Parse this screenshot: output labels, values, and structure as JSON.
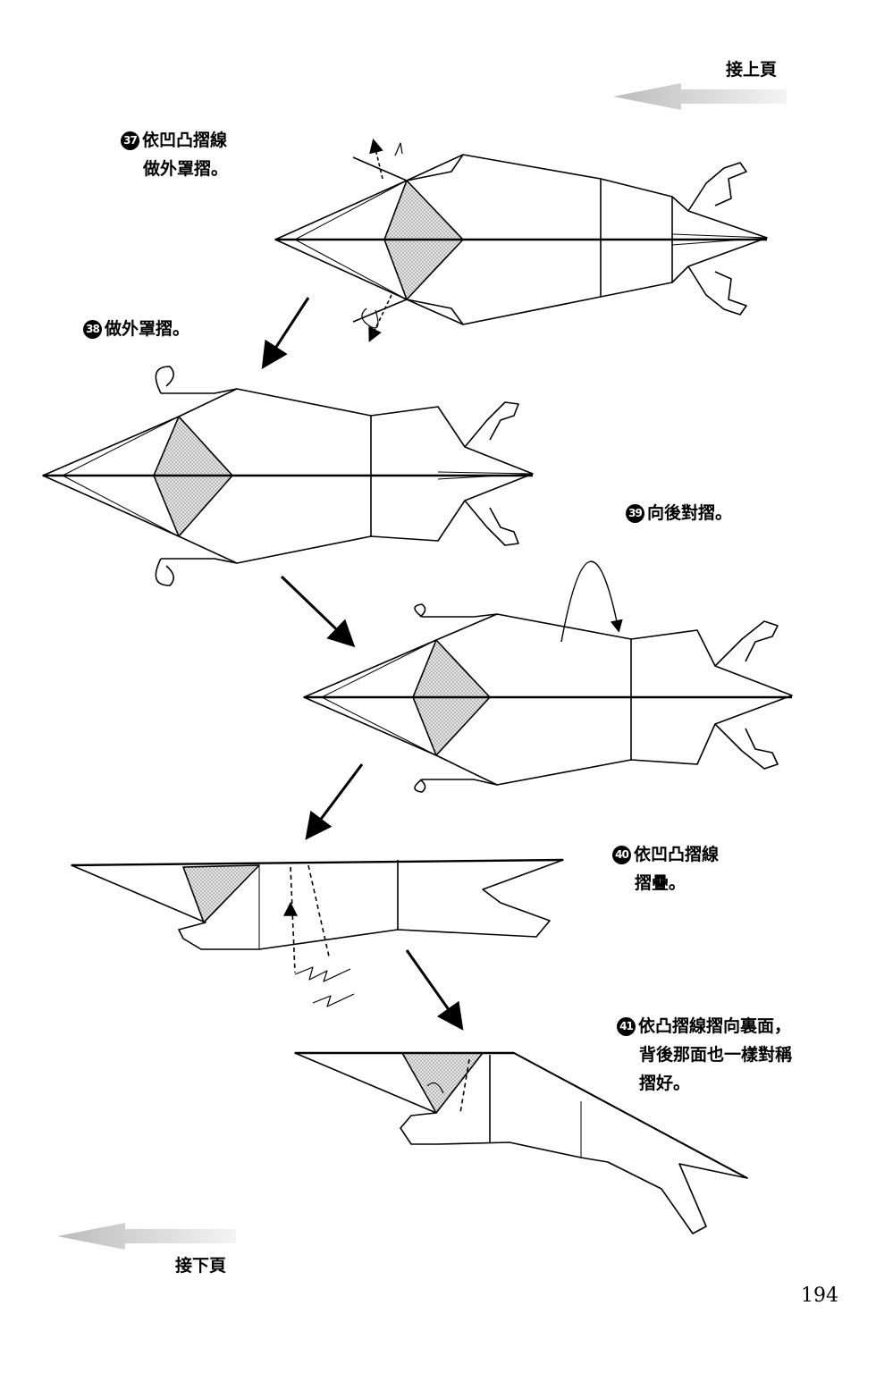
{
  "nav": {
    "prev_label": "接上頁",
    "next_label": "接下頁"
  },
  "steps": [
    {
      "number": "37",
      "lines": [
        "依凹凸摺線",
        "做外罩摺。"
      ]
    },
    {
      "number": "38",
      "lines": [
        "做外罩摺。"
      ]
    },
    {
      "number": "39",
      "lines": [
        "向後對摺。"
      ]
    },
    {
      "number": "40",
      "lines": [
        "依凹凸摺線",
        "摺疊。"
      ]
    },
    {
      "number": "41",
      "lines": [
        "依凸摺線摺向裏面，",
        "背後那面也一樣對稱",
        "摺好。"
      ]
    }
  ],
  "page_number": "194"
}
